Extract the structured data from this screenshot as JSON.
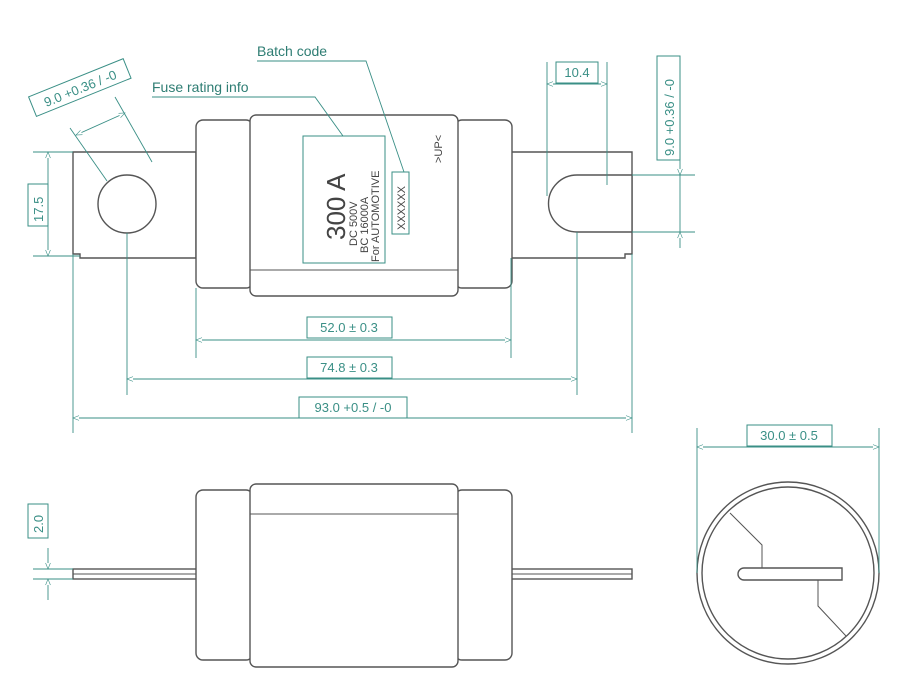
{
  "annotations": {
    "batch_code_label": "Batch code",
    "fuse_rating_label": "Fuse rating info"
  },
  "fuse_marking": {
    "rating": "300 A",
    "dc_rating": "DC 500V",
    "breaking_capacity": "BC 16000A",
    "application": "For AUTOMOTIVE",
    "batch_code": "XXXXXX",
    "orientation": ">UP<"
  },
  "dimensions": {
    "hole_diameter": "9.0 +0.36 / -0",
    "terminal_width": "17.5",
    "slot_width": "10.4",
    "slot_height": "9.0 +0.36 / -0",
    "body_length": "52.0 ± 0.3",
    "hole_spacing": "74.8 ± 0.3",
    "overall_length": "93.0 +0.5 / -0",
    "terminal_thickness": "2.0",
    "body_diameter": "30.0 ± 0.5"
  },
  "colors": {
    "dimension": "#3a8f86",
    "outline": "#555555"
  }
}
